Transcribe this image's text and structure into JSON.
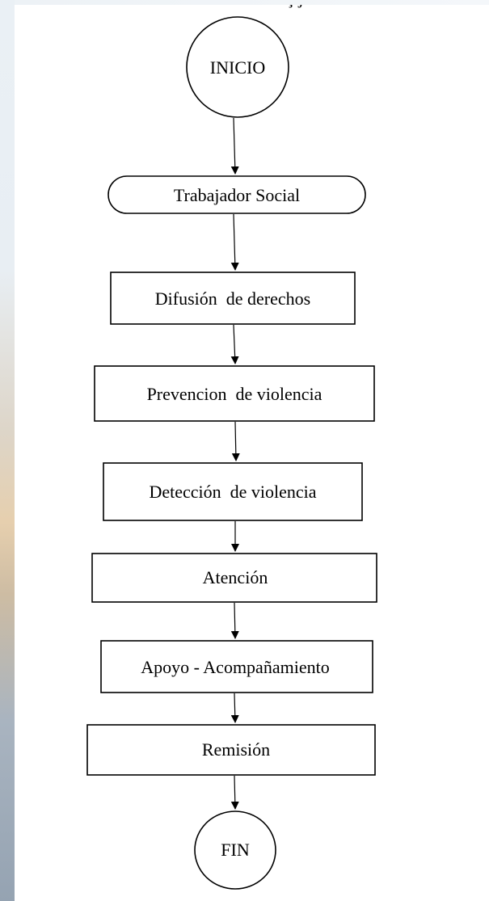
{
  "diagram": {
    "top_partial_text": "ç ǰ",
    "nodes": [
      {
        "id": "inicio",
        "shape": "ellipse",
        "label": "INICIO"
      },
      {
        "id": "trabajador",
        "shape": "terminal",
        "label": "Trabajador Social"
      },
      {
        "id": "difusion",
        "shape": "rect",
        "label": "Difusión  de derechos"
      },
      {
        "id": "prevencion",
        "shape": "rect",
        "label": "Prevencion  de violencia"
      },
      {
        "id": "deteccion",
        "shape": "rect",
        "label": "Detección  de violencia"
      },
      {
        "id": "atencion",
        "shape": "rect",
        "label": "Atención"
      },
      {
        "id": "apoyo",
        "shape": "rect",
        "label": "Apoyo - Acompañamiento"
      },
      {
        "id": "remision",
        "shape": "rect",
        "label": "Remisión"
      },
      {
        "id": "fin",
        "shape": "ellipse",
        "label": "FIN"
      }
    ],
    "edges": [
      {
        "from": "inicio",
        "to": "trabajador"
      },
      {
        "from": "trabajador",
        "to": "difusion"
      },
      {
        "from": "difusion",
        "to": "prevencion"
      },
      {
        "from": "prevencion",
        "to": "deteccion"
      },
      {
        "from": "deteccion",
        "to": "atencion"
      },
      {
        "from": "atencion",
        "to": "apoyo"
      },
      {
        "from": "apoyo",
        "to": "remision"
      },
      {
        "from": "remision",
        "to": "fin"
      }
    ]
  }
}
